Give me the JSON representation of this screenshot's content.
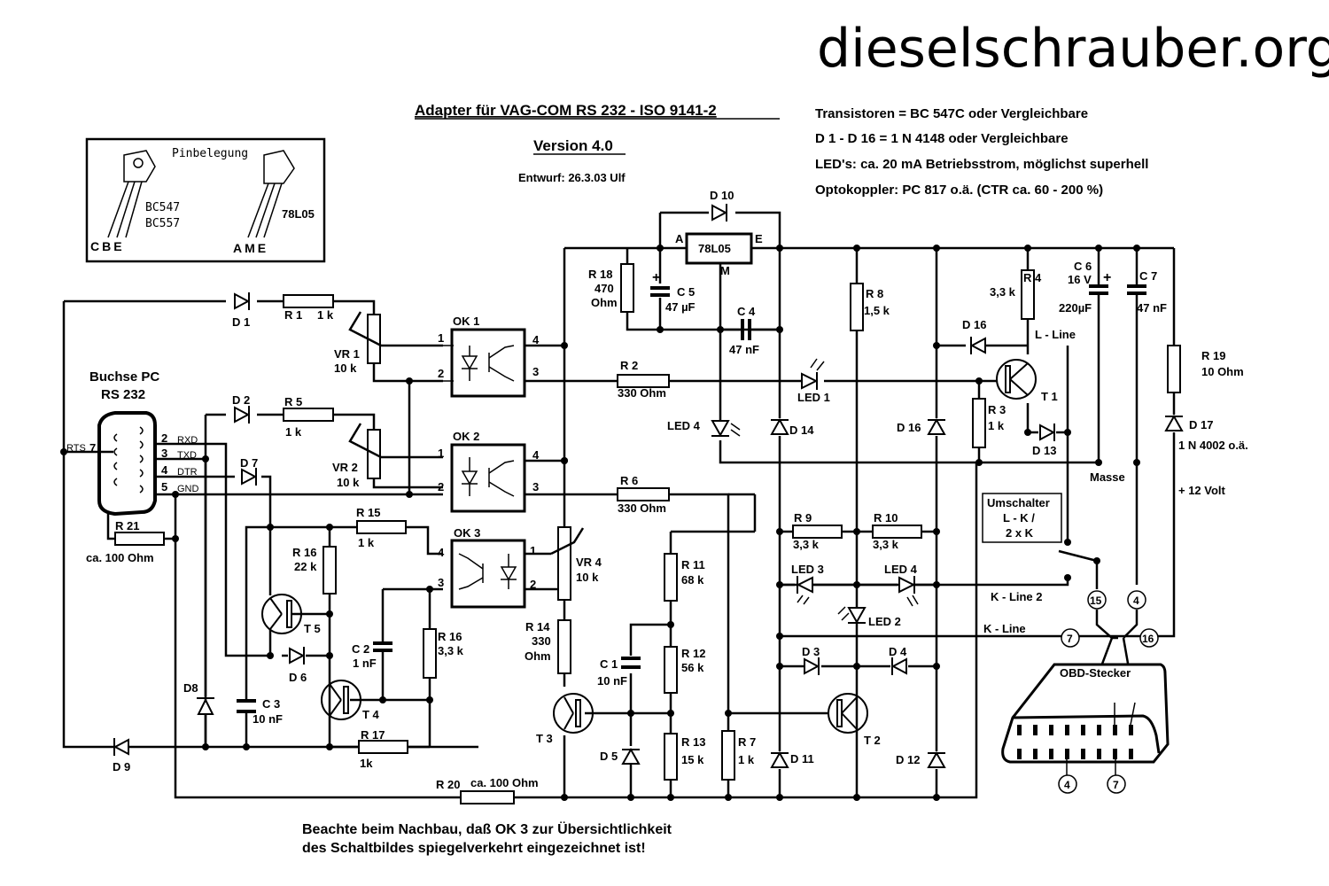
{
  "site": "dieselschrauber.org",
  "title": "Adapter für VAG-COM   RS 232 - ISO 9141-2",
  "version": "Version 4.0",
  "draft": "Entwurf: 26.3.03  Ulf",
  "notes": [
    "Transistoren   =  BC 547C oder Vergleichbare",
    "D 1 - D 16 =   1 N 4148  oder Vergleichbare",
    "LED's:  ca. 20 mA Betriebsstrom,  möglichst  superhell",
    "Optokoppler: PC 817 o.ä.  (CTR ca. 60 - 200 %)"
  ],
  "pinout": {
    "title": "Pinbelegung",
    "transistor_pins": "CBE",
    "transistor_types": [
      "BC547",
      "BC557"
    ],
    "regulator_pins": "AME",
    "regulator_type": "78L05"
  },
  "connector_pc": {
    "label": [
      "Buchse PC",
      "RS 232"
    ],
    "pins": [
      {
        "num": "2",
        "name": "RXD"
      },
      {
        "num": "3",
        "name": "TXD"
      },
      {
        "num": "4",
        "name": "DTR"
      },
      {
        "num": "5",
        "name": "GND"
      }
    ],
    "rts": {
      "name": "RTS",
      "num": "7"
    }
  },
  "components": {
    "D1": "D 1",
    "R1": "R 1",
    "R1v": "1 k",
    "VR1": "VR 1",
    "VR1v": "10 k",
    "D2": "D 2",
    "R5": "R 5",
    "R5v": "1 k",
    "VR2": "VR 2",
    "VR2v": "10 k",
    "D7": "D 7",
    "R21": "R 21",
    "R21v": "ca. 100 Ohm",
    "OK1": "OK 1",
    "OK2": "OK 2",
    "OK3": "OK 3",
    "R2": "R 2",
    "R2v": "330  Ohm",
    "R6": "R 6",
    "R6v": "330  Ohm",
    "R15": "R 15",
    "R15v": "1 k",
    "R16a": "R 16",
    "R16av": "22 k",
    "R16b": "R 16",
    "R16bv": "3,3 k",
    "T5": "T 5",
    "D6": "D 6",
    "T4": "T 4",
    "C2": "C 2",
    "C2v": "1 nF",
    "C3": "C 3",
    "C3v": "10 nF",
    "D8": "D8",
    "D9": "D 9",
    "R17": "R 17",
    "R17v": "1k",
    "R20": "R 20",
    "R20v": "ca. 100 Ohm",
    "VR4": "VR 4",
    "VR4v": "10 k",
    "R14": "R 14",
    "R14v1": "330",
    "R14v2": "Ohm",
    "T3": "T 3",
    "D5": "D 5",
    "C1": "C 1",
    "C1v": "10 nF",
    "R11": "R 11",
    "R11v": "68 k",
    "R12": "R 12",
    "R12v": "56 k",
    "R13": "R 13",
    "R13v": "15 k",
    "R7": "R 7",
    "R7v": "1 k",
    "R18": "R 18",
    "R18v1": "470",
    "R18v2": "Ohm",
    "C5": "C 5",
    "C5v": "47 µF",
    "D10": "D 10",
    "REG": "78L05",
    "REG_A": "A",
    "REG_E": "E",
    "REG_M": "M",
    "C4": "C 4",
    "C4v": "47 nF",
    "LED4a": "LED 4",
    "D14": "D 14",
    "LED1": "LED 1",
    "R8": "R 8",
    "R8v": "1,5 k",
    "R9": "R 9",
    "R9v": "3,3 k",
    "R10": "R 10",
    "R10v": "3,3 k",
    "LED3": "LED 3",
    "LED4b": "LED 4",
    "LED2": "LED 2",
    "D3": "D 3",
    "D4": "D 4",
    "T2": "T 2",
    "D11": "D 11",
    "D12": "D 12",
    "D16a": "D 16",
    "D16b": "D 16",
    "R4": "R 4",
    "R4v": "3,3 k",
    "R3": "R 3",
    "R3v": "1 k",
    "T1": "T 1",
    "D13": "D 13",
    "C6": "C 6",
    "C6v1": "16 V",
    "C6v2": "220µF",
    "C7": "C 7",
    "C7v": "47 nF",
    "R19": "R 19",
    "R19v": "10 Ohm",
    "D17": "D 17",
    "D17v": "1 N 4002 o.ä."
  },
  "pins_ok": {
    "p1": "1",
    "p2": "2",
    "p3": "3",
    "p4": "4"
  },
  "lines": {
    "l_line": "L - Line",
    "k_line": "K - Line",
    "k_line2": "K - Line 2",
    "masse": "Masse",
    "plus12": "+ 12 Volt"
  },
  "switch": [
    "Umschalter",
    "L - K /",
    "2 x K"
  ],
  "obd": {
    "label": "OBD-Stecker",
    "pins": {
      "p15": "15",
      "p16": "16",
      "p4": "4",
      "p7": "7"
    }
  },
  "footer": [
    "Beachte beim Nachbau, daß OK 3 zur Übersichtlichkeit",
    "des Schaltbildes spiegelverkehrt eingezeichnet ist!"
  ]
}
